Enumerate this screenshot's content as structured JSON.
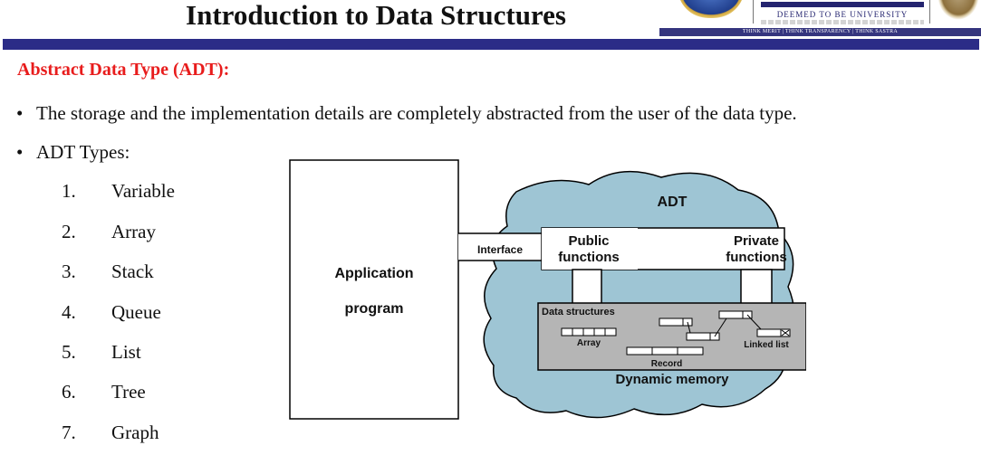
{
  "header": {
    "title": "Introduction to Data Structures",
    "logo_text": "DEEMED TO BE UNIVERSITY",
    "logo_strip": "THINK MERIT | THINK TRANSPARENCY | THINK SASTRA"
  },
  "content": {
    "heading": "Abstract Data Type (ADT):",
    "bullet_glyph": "•",
    "bullets": [
      "The storage and the implementation details are completely abstracted from the user of the data type.",
      "ADT Types:"
    ],
    "types": [
      {
        "num": "1.",
        "label": "Variable"
      },
      {
        "num": "2.",
        "label": "Array"
      },
      {
        "num": "3.",
        "label": "Stack"
      },
      {
        "num": "4.",
        "label": "Queue"
      },
      {
        "num": "5.",
        "label": "List"
      },
      {
        "num": "6.",
        "label": "Tree"
      },
      {
        "num": "7.",
        "label": "Graph"
      }
    ]
  },
  "diagram": {
    "app_line1": "Application",
    "app_line2": "program",
    "adt_label": "ADT",
    "interface_label": "Interface",
    "public_line1": "Public",
    "public_line2": "functions",
    "private_line1": "Private",
    "private_line2": "functions",
    "ds_label": "Data structures",
    "array_label": "Array",
    "record_label": "Record",
    "linked_list_label": "Linked list",
    "dynamic_memory_label": "Dynamic memory",
    "colors": {
      "cloud": "#9ec5d4",
      "cloud_stroke": "#000000",
      "memory_box": "#b5b5b5"
    }
  }
}
